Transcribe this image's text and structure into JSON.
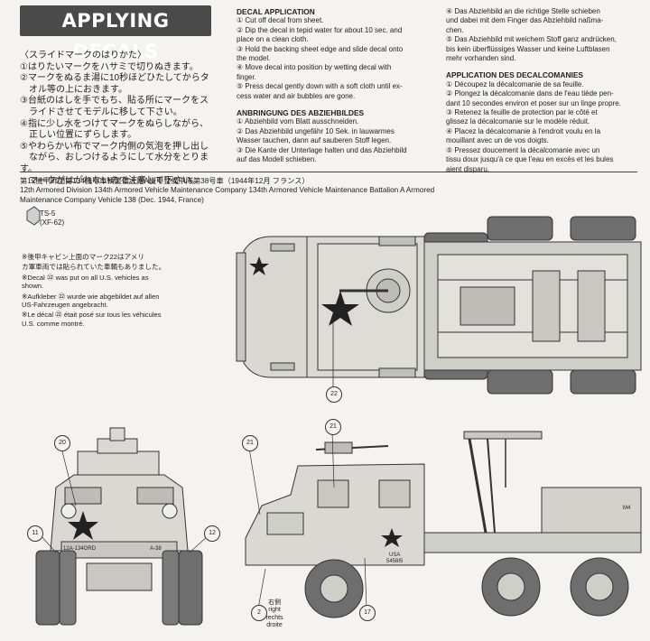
{
  "header": {
    "title": "APPLYING DECALS"
  },
  "japanese_instructions": {
    "heading": "〈スライドマークのはりかた〉",
    "steps": [
      "①はりたいマークをハサミで切りぬきます。",
      "②マークをぬるま湯に10秒ほどひたしてからタ",
      "　オル等の上におきます。",
      "③台紙のはしを手でもち、貼る所にマークをス",
      "　ライドさせてモデルに移して下さい。",
      "④指に少し水をつけてマークをぬらしながら、",
      "　正しい位置にずらします。",
      "⑤やわらかい布でマーク内側の気泡を押し出し",
      "　ながら、おしつけるようにして水分をとります。",
      "　マークがはがれないので注意して下さい。"
    ]
  },
  "english": {
    "heading": "DECAL APPLICATION",
    "steps": [
      "① Cut off decal from sheet.",
      "② Dip the decal in tepid water for about 10 sec. and",
      "place on a clean cloth.",
      "③ Hold the backing sheet edge and slide decal onto",
      "the model.",
      "④ Move decal into position by wetting decal with",
      "finger.",
      "⑤ Press decal gently down with a soft cloth until ex-",
      "cess water and air bubbles are gone."
    ]
  },
  "german": {
    "heading": "ANBRINGUNG DES ABZIEHBILDES",
    "steps": [
      "① Abziehbild vom Blatt ausschneiden.",
      "② Das Abziehbild ungefähr 10 Sek. in lauwarmes",
      "Wasser tauchen, dann auf sauberen Stoff legen.",
      "③ Die Kante der Unterlage halten und das Abziehbild",
      "auf das Modell schieben."
    ],
    "steps_cont": [
      "④ Das Abziehbild an die richtige Stelle schieben",
      "und dabei mit dem Finger das Abziehbild naßma-",
      "chen.",
      "⑤ Das Abziehbild mit weichem Stoff ganz andrücken,",
      "bis kein überflüssiges Wasser und keine Luftblasen",
      "mehr vorhanden sind."
    ]
  },
  "french": {
    "heading": "APPLICATION DES DECALCOMANIES",
    "steps": [
      "① Découpez la décalcomanie de sa feuille.",
      "② Plongez la décalcomanie dans de l'eau tiède pen-",
      "dant 10 secondes environ et poser sur un linge propre.",
      "③ Retenez la feuille de protection par le côté et",
      "glissez la décalcomanie sur le modèle réduit.",
      "④ Placez la décalcomanie à l'endroit voulu en la",
      "mouillant avec un de vos doigts.",
      "⑤ Pressez doucement la décalcomanie avec un",
      "tissu doux jusqu'à ce que l'eau en excès et les bules",
      "aient disparu."
    ]
  },
  "vehicle_caption": {
    "japanese": "第12機甲師団第134機甲車輌整備大隊A機甲整備中隊第38号車（1944年12月 フランス）",
    "english_line1": "12th Armored Division 134th Armored Vehicle Maintenance Company 134th Armored Vehicle Maintenance Battalion A Armored",
    "english_line2": "Maintenance Company Vehicle 138 (Dec. 1944, France)"
  },
  "paint": {
    "code": "TS-5",
    "name": "(XF-62)"
  },
  "notes": [
    "※後甲キャビン上面のマーク22はアメリ",
    "カ軍車両では貼られていた車輌もありました。",
    "※Decal ㉒ was put on all U.S. vehicles as shown.",
    "※Aufkleber ㉒ wurde wie abgebildet auf allen US-Fahrzeugen angebracht.",
    "※Le décal ㉒ était posé sur tous les véhicules U.S. comme montré."
  ],
  "callouts": {
    "top_star": "22",
    "front_top": "20",
    "front_left": "11",
    "front_right": "12",
    "side_top_left": "21",
    "side_top_mid": "21",
    "side_bottom_left": "2",
    "side_bottom_mid": "17"
  },
  "side_label": {
    "jp": "右側",
    "en": "right",
    "de": "rechts",
    "fr": "droite"
  },
  "markings": {
    "usa": "USA",
    "serial": "5458I5",
    "bumper": "12A-134ORD",
    "bumper_right": "A-38",
    "crane": "M4"
  },
  "colors": {
    "paper": "#f4f3f0",
    "ink": "#222222",
    "vehicle": "#d9d8d3",
    "tire": "#6e6e6e"
  }
}
